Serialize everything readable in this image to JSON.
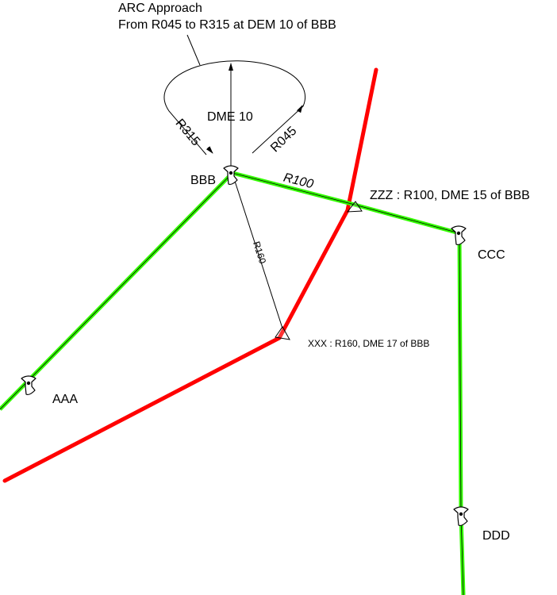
{
  "title": {
    "line1": "ARC Approach",
    "line2": "From R045 to R315 at DEM 10 of BBB"
  },
  "arc": {
    "dme_label": "DME 10",
    "left_radial": "R315",
    "right_radial": "R045"
  },
  "waypoints": [
    {
      "id": "AAA",
      "label": "AAA",
      "type": "vor-dme"
    },
    {
      "id": "BBB",
      "label": "BBB",
      "type": "vor-dme"
    },
    {
      "id": "CCC",
      "label": "CCC",
      "type": "vor-dme"
    },
    {
      "id": "DDD",
      "label": "DDD",
      "type": "vor-dme"
    }
  ],
  "fixes": [
    {
      "id": "ZZZ",
      "label": "ZZZ : R100, DME 15 of BBB",
      "type": "triangle-fix"
    },
    {
      "id": "XXX",
      "label": "XXX : R160, DME 17 of BBB",
      "type": "triangle-fix"
    }
  ],
  "radials": {
    "r100": "R100",
    "r160": "R160"
  },
  "colors": {
    "route_green": "#33ff00",
    "route_red": "#ff0000",
    "line_black": "#000000"
  }
}
